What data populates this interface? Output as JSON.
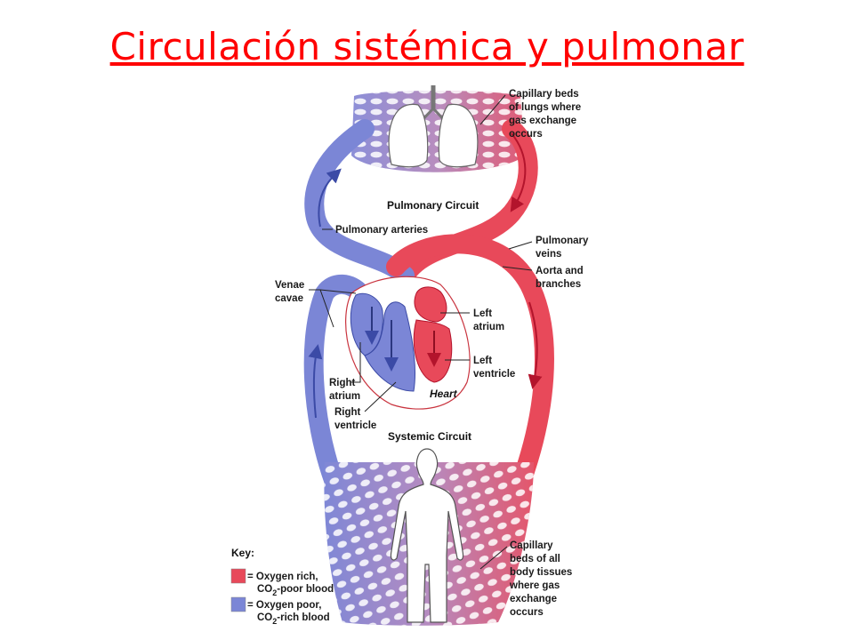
{
  "title": "Circulación sistémica y pulmonar",
  "labels": {
    "capillary_lungs": [
      "Capillary beds",
      "of lungs where",
      "gas exchange",
      "occurs"
    ],
    "pulmonary_circuit": "Pulmonary Circuit",
    "pulmonary_arteries": "Pulmonary arteries",
    "pulmonary_veins": [
      "Pulmonary",
      "veins"
    ],
    "aorta": [
      "Aorta and",
      "branches"
    ],
    "venae_cavae": [
      "Venae",
      "cavae"
    ],
    "left_atrium": [
      "Left",
      "atrium"
    ],
    "left_ventricle": [
      "Left",
      "ventricle"
    ],
    "right_atrium": [
      "Right",
      "atrium"
    ],
    "right_ventricle": [
      "Right",
      "ventricle"
    ],
    "heart": "Heart",
    "systemic_circuit": "Systemic Circuit",
    "capillary_body": [
      "Capillary",
      "beds of all",
      "body tissues",
      "where gas",
      "exchange",
      "occurs"
    ]
  },
  "key": {
    "title": "Key:",
    "oxygen_rich": [
      "= Oxygen rich,",
      "CO",
      "2",
      "-poor blood"
    ],
    "oxygen_poor": [
      "= Oxygen poor,",
      "CO",
      "2",
      "-rich blood"
    ]
  },
  "colors": {
    "title": "#ff0000",
    "oxygen_rich": "#e8495a",
    "oxygen_poor": "#7b86d6",
    "capillary_mix": "#b98ac0"
  }
}
